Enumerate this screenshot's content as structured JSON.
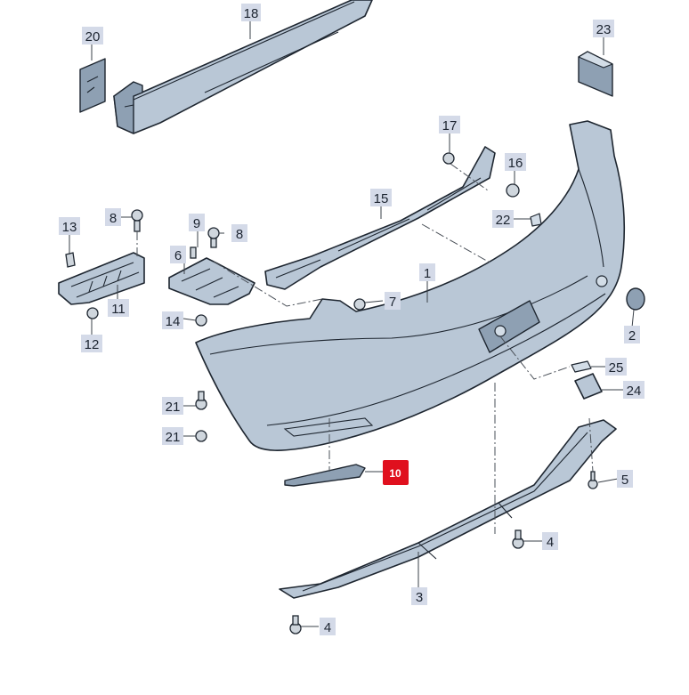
{
  "diagram": {
    "callouts": [
      {
        "id": "c18",
        "text": "18"
      },
      {
        "id": "c20",
        "text": "20"
      },
      {
        "id": "c23",
        "text": "23"
      },
      {
        "id": "c17",
        "text": "17"
      },
      {
        "id": "c16",
        "text": "16"
      },
      {
        "id": "c15",
        "text": "15"
      },
      {
        "id": "c22",
        "text": "22"
      },
      {
        "id": "c13",
        "text": "13"
      },
      {
        "id": "c8a",
        "text": "8"
      },
      {
        "id": "c9",
        "text": "9"
      },
      {
        "id": "c8b",
        "text": "8"
      },
      {
        "id": "c6",
        "text": "6"
      },
      {
        "id": "c11",
        "text": "11"
      },
      {
        "id": "c1",
        "text": "1"
      },
      {
        "id": "c7",
        "text": "7"
      },
      {
        "id": "c12",
        "text": "12"
      },
      {
        "id": "c14",
        "text": "14"
      },
      {
        "id": "c2",
        "text": "2"
      },
      {
        "id": "c25",
        "text": "25"
      },
      {
        "id": "c24",
        "text": "24"
      },
      {
        "id": "c21a",
        "text": "21"
      },
      {
        "id": "c21b",
        "text": "21"
      },
      {
        "id": "c10",
        "text": "10",
        "highlighted": true
      },
      {
        "id": "c5",
        "text": "5"
      },
      {
        "id": "c4a",
        "text": "4"
      },
      {
        "id": "c3",
        "text": "3"
      },
      {
        "id": "c4b",
        "text": "4"
      }
    ],
    "colors": {
      "part_fill": "#b9c7d6",
      "outline": "#1e2630",
      "callout_bg": "#d4dae8",
      "highlight_bg": "#e0101e"
    }
  }
}
